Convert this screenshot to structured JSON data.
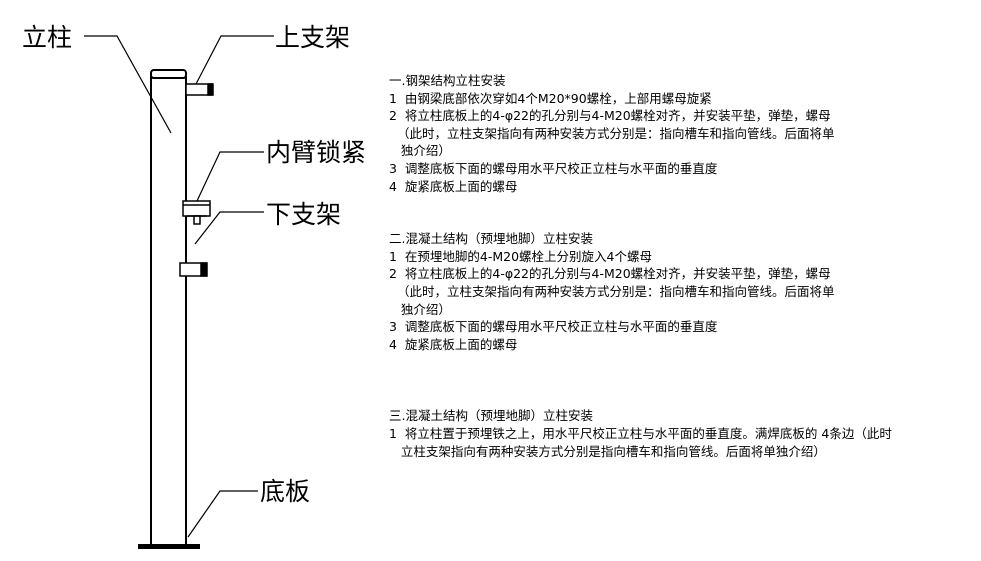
{
  "callouts": {
    "column": "立柱",
    "upper_bracket": "上支架",
    "inner_arm_lock": "内臂锁紧",
    "lower_bracket": "下支架",
    "base_plate": "底板"
  },
  "sections": [
    {
      "title": "一.钢架结构立柱安装",
      "lines": [
        "1  由钢梁底部依次穿如4个M20*90螺栓，上部用螺母旋紧",
        "2  将立柱底板上的4-φ22的孔分别与4-M20螺栓对齐，并安装平垫，弹垫，螺母",
        "  （此时，立柱支架指向有两种安装方式分别是：指向槽车和指向管线。后面将单",
        "   独介绍）",
        "3  调整底板下面的螺母用水平尺校正立柱与水平面的垂直度",
        "4  旋紧底板上面的螺母"
      ]
    },
    {
      "title": "二.混凝土结构（预埋地脚）立柱安装",
      "lines": [
        "1  在预埋地脚的4-M20螺栓上分别旋入4个螺母",
        "2  将立柱底板上的4-φ22的孔分别与4-M20螺栓对齐，并安装平垫，弹垫，螺母",
        "  （此时，立柱支架指向有两种安装方式分别是：指向槽车和指向管线。后面将单",
        "   独介绍）",
        "3  调整底板下面的螺母用水平尺校正立柱与水平面的垂直度",
        "4  旋紧底板上面的螺母"
      ]
    },
    {
      "title": "三.混凝土结构（预埋地脚）立柱安装",
      "lines": [
        "1  将立柱置于预埋铁之上，用水平尺校正立柱与水平面的垂直度。满焊底板的 4条边（此时",
        "   立柱支架指向有两种安装方式分别是指向槽车和指向管线。后面将单独介绍）"
      ]
    }
  ]
}
